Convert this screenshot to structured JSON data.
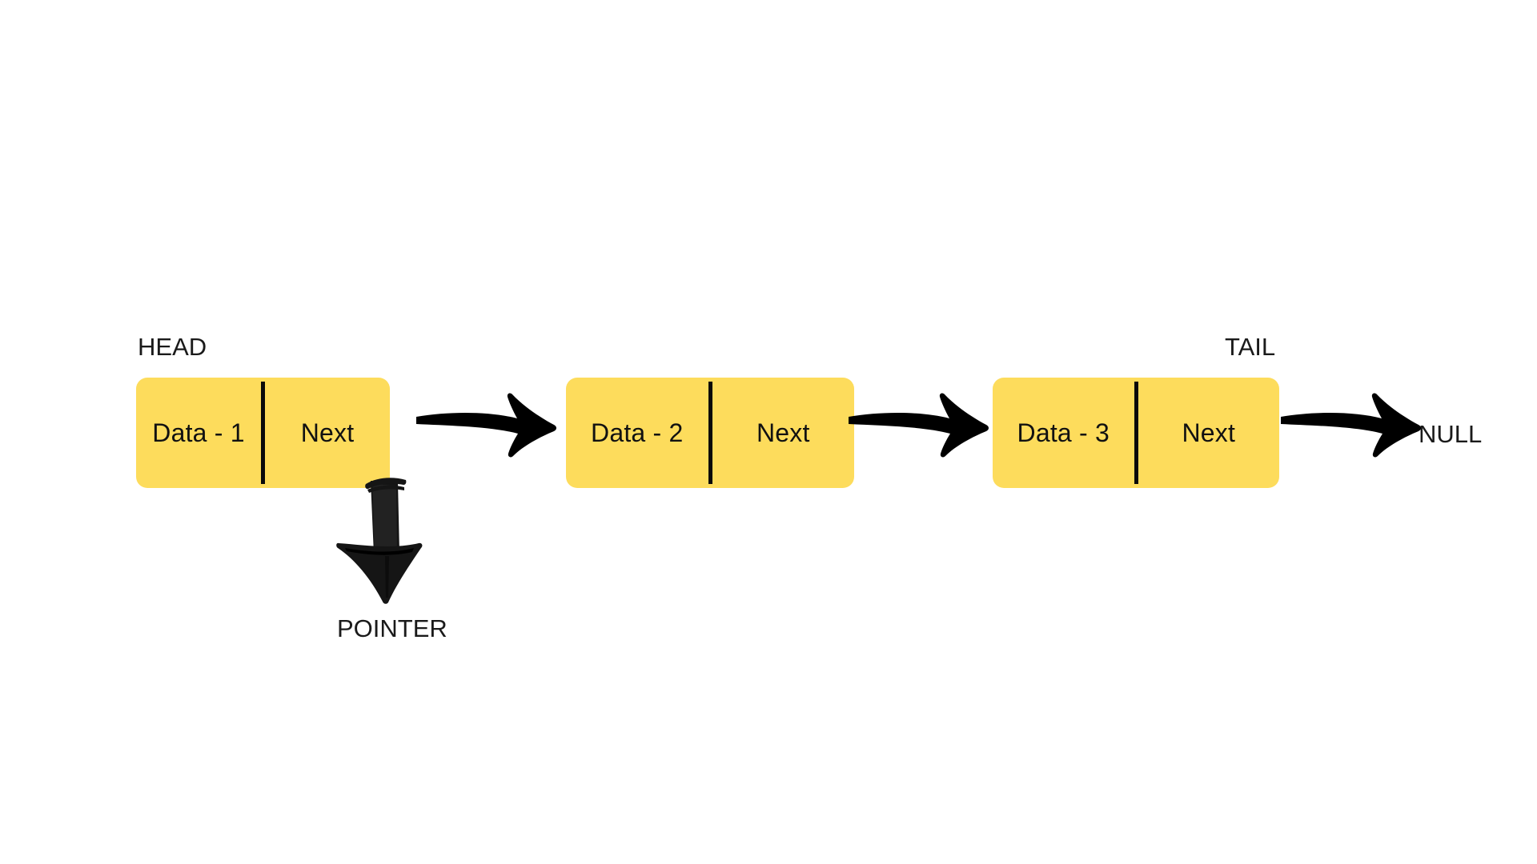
{
  "diagram": {
    "title": "singly-linked-list",
    "background_color": "#ffffff",
    "node_fill_color": "#FDDC5C",
    "ink_color": "#000000",
    "text_color": "#1a1a1a"
  },
  "labels": {
    "head": "HEAD",
    "tail": "TAIL",
    "null": "NULL",
    "pointer": "POINTER"
  },
  "nodes": [
    {
      "data_label": "Data - 1",
      "next_label": "Next"
    },
    {
      "data_label": "Data - 2",
      "next_label": "Next"
    },
    {
      "data_label": "Data - 3",
      "next_label": "Next"
    }
  ],
  "connectors": [
    {
      "name": "node-1-to-node-2",
      "style": "curved-arrow",
      "direction": "right"
    },
    {
      "name": "node-2-to-node-3",
      "style": "curved-arrow",
      "direction": "right"
    },
    {
      "name": "node-3-to-null",
      "style": "curved-arrow",
      "direction": "right"
    },
    {
      "name": "pointer-to-node-1-next",
      "style": "sketchy-arrow",
      "direction": "down"
    }
  ]
}
